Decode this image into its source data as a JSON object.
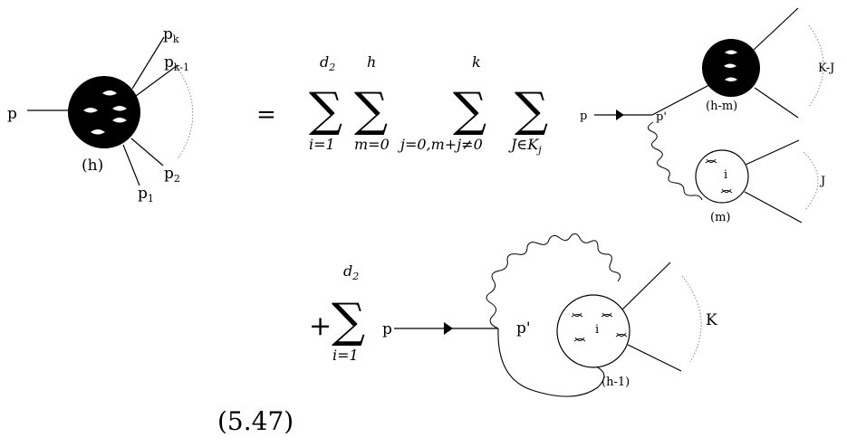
{
  "lhs": {
    "incoming_label": "p",
    "genus_label": "(h)",
    "legs": [
      {
        "base": "p",
        "sub": "k"
      },
      {
        "base": "p",
        "sub": "k-1"
      },
      {
        "base": "p",
        "sub": "2"
      },
      {
        "base": "p",
        "sub": "1"
      }
    ]
  },
  "equals": "=",
  "plus": "+",
  "term1": {
    "sums": [
      {
        "upper": "d",
        "upper_sub": "2",
        "lower": "i=1"
      },
      {
        "upper": "h",
        "lower": "m=0"
      },
      {
        "upper": "k",
        "lower": "j=0,m+j≠0"
      },
      {
        "upper": "",
        "lower": "J∈K",
        "lower_sub": "j"
      }
    ],
    "in_label": "p",
    "prop_label": "p'",
    "top_blob_label": "(h-m)",
    "top_legs_label": "K-J",
    "bottom_blob_index": "i",
    "bottom_blob_label": "(m)",
    "bottom_legs_label": "J"
  },
  "term2": {
    "sum": {
      "upper": "d",
      "upper_sub": "2",
      "lower": "i=1"
    },
    "in_label": "p",
    "prop_label": "p'",
    "blob_index": "i",
    "blob_label": "(h-1)",
    "legs_label": "K"
  },
  "equation_number": "(5.47)"
}
